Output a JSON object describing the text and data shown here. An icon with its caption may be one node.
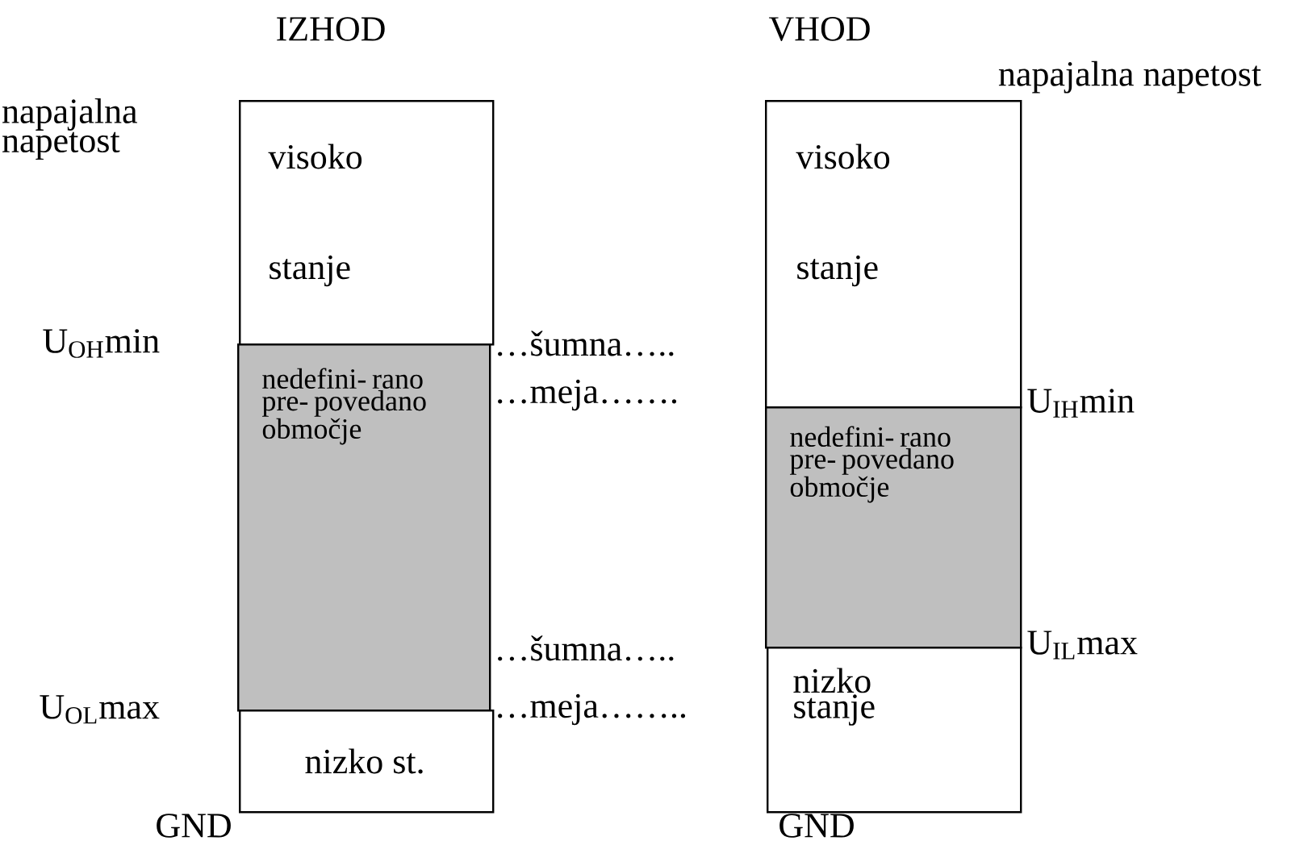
{
  "diagram": {
    "nodes": [
      {
        "text": [
          "visoko",
          "stanje"
        ]
      },
      {
        "text": [
          "nedefini- rano pre- povedano območje"
        ]
      },
      {
        "text": [
          "nizko st."
        ]
      },
      {
        "text": [
          "visoko",
          "stanje"
        ]
      },
      {
        "text": [
          "nedefini- rano pre- povedano območje"
        ]
      },
      {
        "text": [
          "nizko stanje"
        ]
      }
    ],
    "labels": [
      "IZHOD",
      "VHOD",
      "napajalna napetost",
      "napajalna napetost",
      "U$_{OH}$min",
      "…šumna…..",
      "…meja…….",
      "U$_{IH}$min",
      "…šumna…..",
      "U$_{IL}$max",
      "U$_{OL}$max",
      "…meja……..",
      "GND",
      "GND"
    ]
  }
}
